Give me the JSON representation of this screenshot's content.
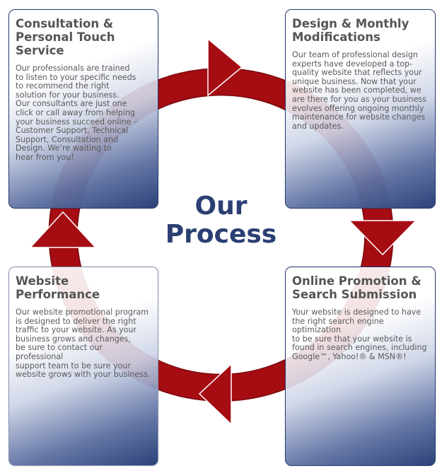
{
  "title": {
    "line1": "Our",
    "line2": "Process"
  },
  "steps": [
    {
      "title": "Consultation &\nPersonal Touch\nService",
      "body": "Our professionals are trained\nto listen to your specific needs\nto recommend the right\nsolution for your business.\nOur consultants are just one\nclick or call away from helping\nyour business succeed online –\nCustomer Support, Technical\nSupport, Consultation and\nDesign.  We’re waiting to\nhear from you!"
    },
    {
      "title": "Design & Monthly\nModifications",
      "body": "Our team of professional design\nexperts have developed a top-\nquality website that reflects your\nunique business. Now that your\nwebsite has been completed, we\nare there for you as your business\nevolves offering ongoing monthly\nmaintenance for website changes\nand updates."
    },
    {
      "title": "Online Promotion &\nSearch Submission",
      "body": "Your website is designed to have\nthe right search engine optimization\nto be sure that your website is\nfound in search engines, including\nGoogle™, Yahoo!® & MSN®!"
    },
    {
      "title": "Website\nPerformance",
      "body": "Our website promotional program\nis designed to deliver the right\ntraffic to your website.  As your\nbusiness grows and changes,\nbe sure to contact our professional\nsupport team to be sure your\nwebsite grows with your business."
    }
  ],
  "colors": {
    "arrow": "#a50d12",
    "arrow_stroke": "#7a0a0e",
    "title": "#2b3f73",
    "card_border": "#2a3d74"
  }
}
